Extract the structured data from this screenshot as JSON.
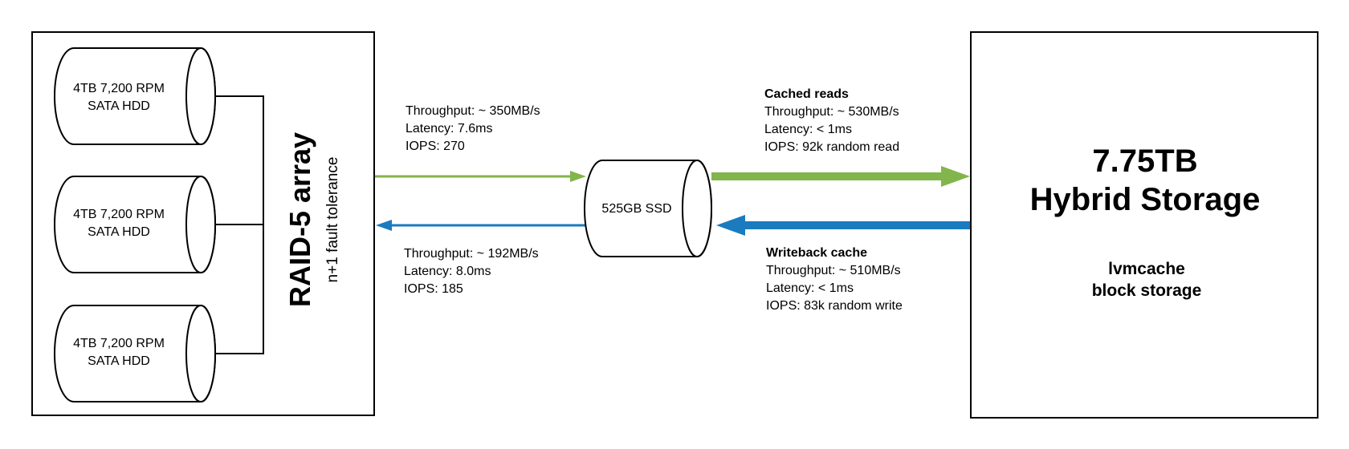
{
  "raid": {
    "title": "RAID-5 array",
    "subtitle": "n+1 fault tolerance",
    "disks": [
      {
        "line1": "4TB 7,200 RPM",
        "line2": "SATA HDD"
      },
      {
        "line1": "4TB 7,200 RPM",
        "line2": "SATA HDD"
      },
      {
        "line1": "4TB 7,200 RPM",
        "line2": "SATA HDD"
      }
    ]
  },
  "ssd": {
    "label": "525GB SSD"
  },
  "hybrid": {
    "title_line1": "7.75TB",
    "title_line2": "Hybrid Storage",
    "sub_line1": "lvmcache",
    "sub_line2": "block storage"
  },
  "links": {
    "raid_to_ssd": {
      "throughput": "Throughput: ~ 350MB/s",
      "latency": "Latency: 7.6ms",
      "iops": "IOPS: 270"
    },
    "ssd_to_raid": {
      "throughput": "Throughput: ~ 192MB/s",
      "latency": "Latency: 8.0ms",
      "iops": "IOPS: 185"
    },
    "cached_reads": {
      "heading": "Cached reads",
      "throughput": "Throughput: ~ 530MB/s",
      "latency": "Latency: < 1ms",
      "iops": "IOPS: 92k random read"
    },
    "writeback": {
      "heading": "Writeback cache",
      "throughput": "Throughput: ~ 510MB/s",
      "latency": "Latency: < 1ms",
      "iops": "IOPS: 83k random write"
    }
  },
  "colors": {
    "green": "#82b54b",
    "blue": "#1a7bbf"
  }
}
